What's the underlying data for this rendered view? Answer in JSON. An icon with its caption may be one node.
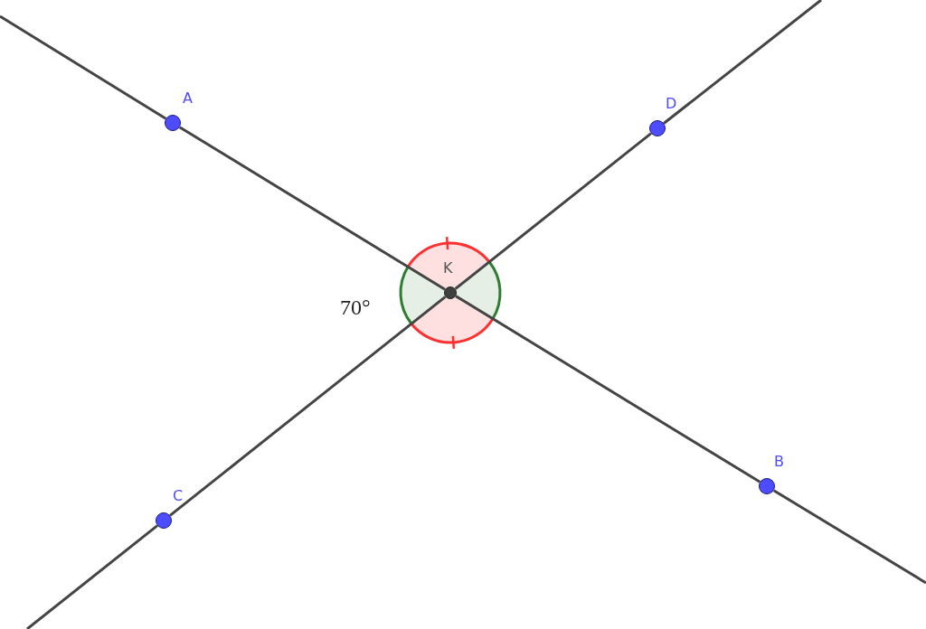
{
  "diagram": {
    "nodes": [
      {
        "text": [
          "A"
        ]
      },
      {
        "text": [
          "D"
        ]
      },
      {
        "text": [
          "K"
        ]
      },
      {
        "text": [
          "C"
        ]
      },
      {
        "text": [
          "B"
        ]
      }
    ],
    "edges": [
      {
        "from": null,
        "to": 0,
        "arrow": "none"
      },
      {
        "from": 0,
        "to": 2,
        "arrow": "none"
      },
      {
        "from": 2,
        "to": 4,
        "arrow": "none"
      },
      {
        "from": 4,
        "to": null,
        "arrow": "none"
      },
      {
        "from": null,
        "to": 3,
        "arrow": "none"
      },
      {
        "from": 3,
        "to": 2,
        "arrow": "none"
      },
      {
        "from": 2,
        "to": 1,
        "arrow": "none"
      },
      {
        "from": 1,
        "to": null,
        "arrow": "none"
      }
    ],
    "labels": [
      "70°"
    ]
  }
}
